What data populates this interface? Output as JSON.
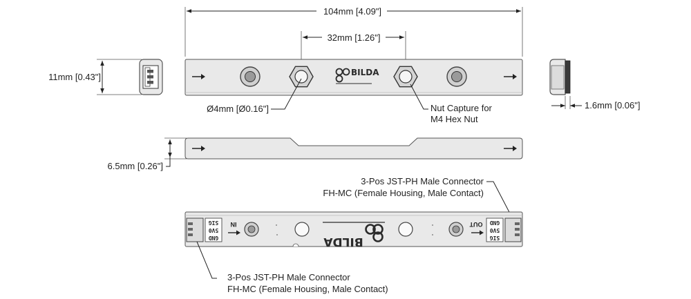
{
  "dimensions": {
    "overall_length": "104mm [4.09\"]",
    "hole_spacing": "32mm [1.26\"]",
    "height": "11mm [0.43\"]",
    "hole_diameter": "Ø4mm [Ø0.16\"]",
    "thickness": "6.5mm [0.26\"]",
    "lip": "1.6mm [0.06\"]"
  },
  "callouts": {
    "nut_capture_line1": "Nut Capture for",
    "nut_capture_line2": "M4 Hex Nut",
    "connector_top_line1": "3-Pos JST-PH Male Connector",
    "connector_top_line2": "FH-MC (Female Housing, Male Contact)",
    "connector_bottom_line1": "3-Pos JST-PH Male Connector",
    "connector_bottom_line2": "FH-MC (Female Housing, Male Contact)"
  },
  "branding": {
    "logo_text": "BILDA"
  },
  "pcb": {
    "in_label": "IN",
    "out_label": "OUT",
    "pins": [
      "SIG",
      "5V0",
      "GND"
    ]
  },
  "colors": {
    "body": "#e9e9e9",
    "outline": "#555555",
    "line": "#222222"
  }
}
